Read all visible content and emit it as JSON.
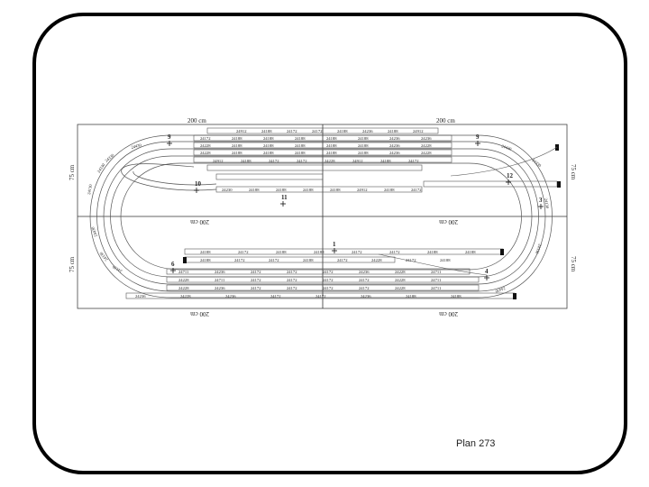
{
  "caption": "Plan 273",
  "dimensions": {
    "top_left": "200 cm",
    "top_right": "200 cm",
    "left_upper": "75 cm",
    "left_lower": "75 cm",
    "right_upper": "75 cm",
    "right_lower": "75 cm",
    "mid_left": "200 cm",
    "mid_right": "200 cm",
    "bottom_left": "200 cm",
    "bottom_right": "200 cm"
  },
  "track_numbers": {
    "upper_row_1": [
      "24912",
      "24188",
      "24172",
      "24172",
      "24188",
      "24236",
      "24188",
      "24912"
    ],
    "upper_row_2": [
      "24172",
      "24188",
      "24188",
      "24188",
      "24188",
      "24188",
      "24236",
      "24236"
    ],
    "upper_row_3": [
      "24228",
      "24188",
      "24188",
      "24188",
      "24188",
      "24188",
      "24236",
      "24228"
    ],
    "upper_row_4": [
      "24228",
      "24188",
      "24188",
      "24188",
      "24188",
      "24188",
      "24236",
      "24228"
    ],
    "upper_row_5": [
      "24912",
      "24188",
      "24172",
      "24172",
      "24228",
      "24912",
      "24188",
      "24172"
    ],
    "upper_row_6": [
      "24230",
      "24188",
      "24188",
      "24188",
      "24188",
      "24912",
      "24188",
      "24172"
    ],
    "lower_row_1": [
      "24188",
      "24172",
      "24188",
      "24188",
      "24172",
      "24172",
      "24188",
      "24188"
    ],
    "lower_row_2": [
      "24188",
      "24172",
      "24172",
      "24188",
      "24172",
      "24228",
      "24172",
      "24188"
    ],
    "lower_row_3": [
      "24711",
      "24236",
      "24172",
      "24172",
      "24172",
      "24236",
      "24228",
      "24711"
    ],
    "lower_row_4": [
      "24228",
      "24711",
      "24172",
      "24172",
      "24172",
      "24172",
      "24228",
      "24711"
    ],
    "lower_row_5": [
      "24228",
      "24236",
      "24172",
      "24172",
      "24172",
      "24172",
      "24228",
      "24711"
    ],
    "lower_row_6": [
      "24236",
      "24228",
      "24236",
      "24172",
      "24172",
      "24236",
      "24188",
      "24188"
    ],
    "left_curves": [
      "24430",
      "24330",
      "24330",
      "24130",
      "24430",
      "24330",
      "24130"
    ],
    "right_curves": [
      "24430",
      "24330",
      "24130",
      "24330",
      "24430"
    ]
  },
  "markers": [
    "9",
    "9",
    "10",
    "11",
    "12",
    "1",
    "6",
    "4",
    "3"
  ]
}
